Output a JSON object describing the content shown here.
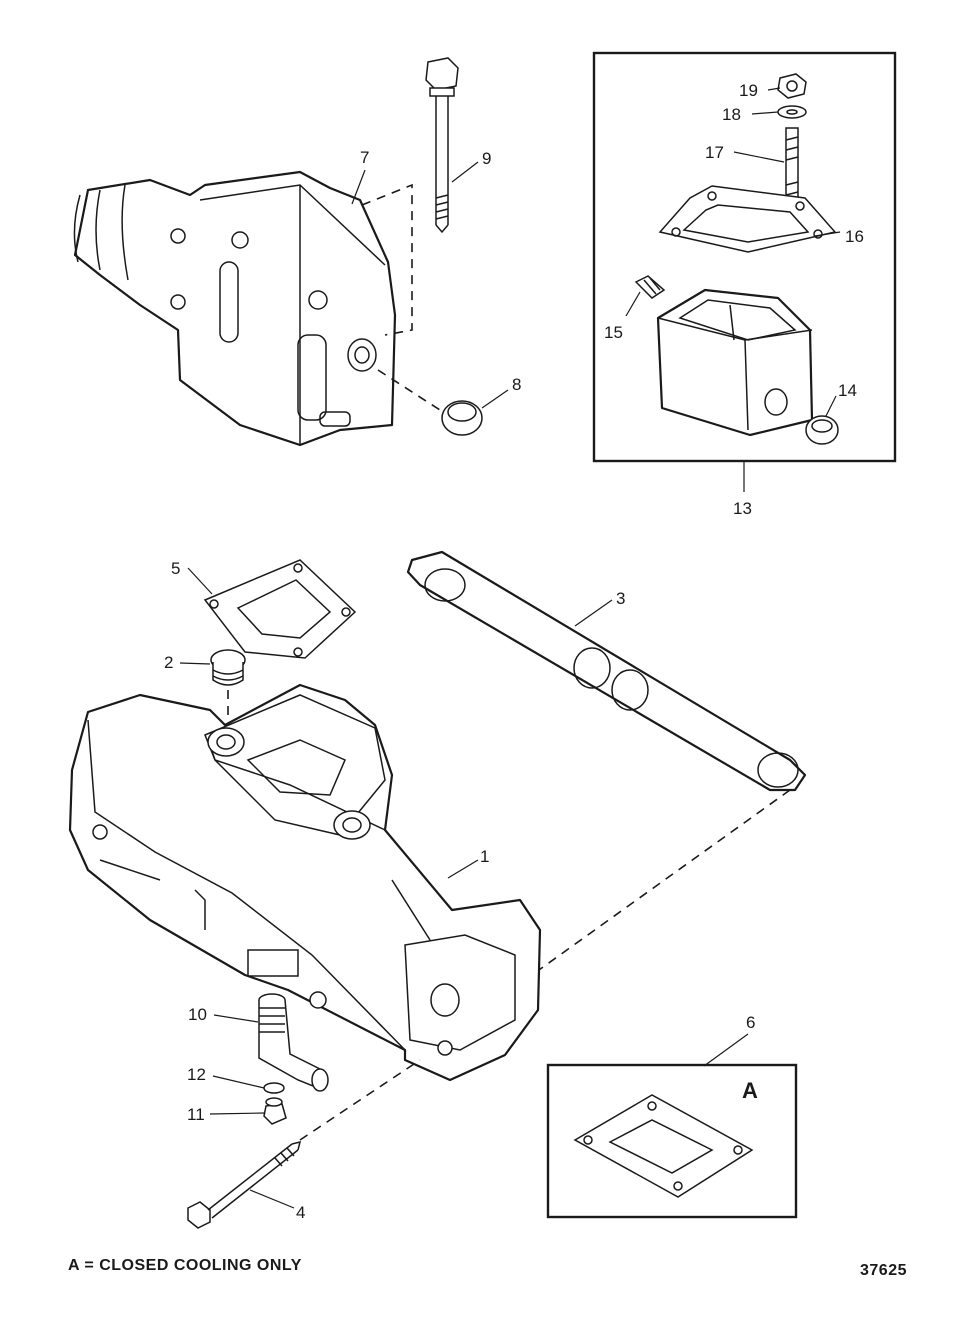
{
  "callouts": {
    "p1": "1",
    "p2": "2",
    "p3": "3",
    "p4": "4",
    "p5": "5",
    "p6": "6",
    "p7": "7",
    "p8": "8",
    "p9": "9",
    "p10": "10",
    "p11": "11",
    "p12": "12",
    "p13": "13",
    "p14": "14",
    "p15": "15",
    "p16": "16",
    "p17": "17",
    "p18": "18",
    "p19": "19"
  },
  "detail_box_letter": "A",
  "footer_note": "A = CLOSED COOLING ONLY",
  "figure_number": "37625"
}
